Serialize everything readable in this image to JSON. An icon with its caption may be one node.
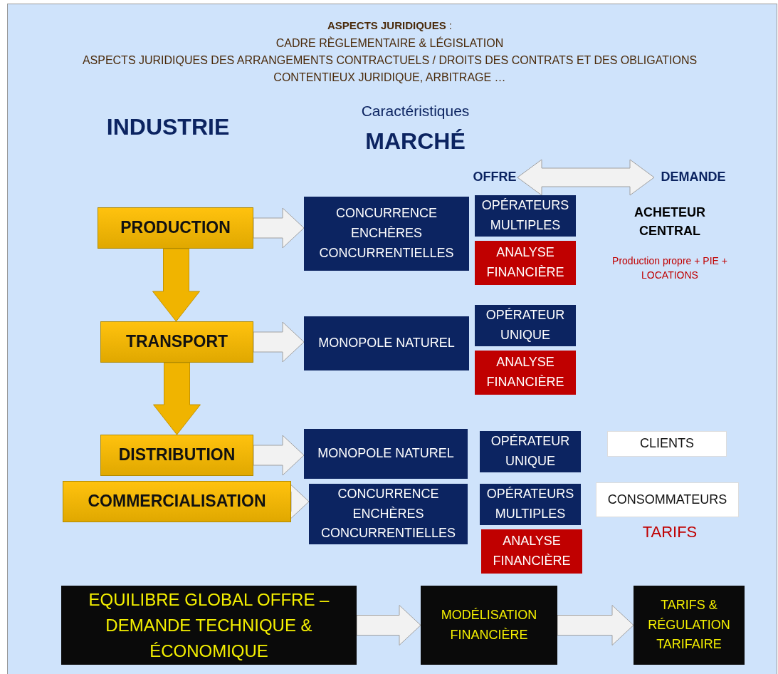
{
  "diagram": {
    "nodes": [
      {
        "text": [
          "PRODUCTION"
        ]
      },
      {
        "text": [
          "TRANSPORT"
        ]
      },
      {
        "text": [
          "DISTRIBUTION"
        ]
      },
      {
        "text": [
          "COMMERCIALISATION"
        ]
      },
      {
        "text": [
          "CONCURRENCE ENCHÈRES CONCURRENTIELLES"
        ]
      },
      {
        "text": [
          "MONOPOLE NATUREL"
        ]
      },
      {
        "text": [
          "MONOPOLE NATUREL"
        ]
      },
      {
        "text": [
          "CONCURRENCE ENCHÈRES CONCURRENTIELLES"
        ]
      },
      {
        "text": [
          "OPÉRATEURS MULTIPLES"
        ]
      },
      {
        "text": [
          "ANALYSE FINANCIÈRE"
        ]
      },
      {
        "text": [
          "OPÉRATEUR UNIQUE"
        ]
      },
      {
        "text": [
          "ANALYSE FINANCIÈRE"
        ]
      },
      {
        "text": [
          "OPÉRATEUR UNIQUE"
        ]
      },
      {
        "text": [
          "OPÉRATEURS MULTIPLES"
        ]
      },
      {
        "text": [
          "ANALYSE FINANCIÈRE"
        ]
      },
      {
        "text": [
          "CLIENTS"
        ]
      },
      {
        "text": [
          "CONSOMMATEURS"
        ]
      },
      {
        "text": [
          "EQUILIBRE GLOBAL OFFRE – DEMANDE TECHNIQUE & ÉCONOMIQUE"
        ]
      },
      {
        "text": [
          "MODÉLISATION FINANCIÈRE"
        ]
      },
      {
        "text": [
          "TARIFS & RÉGULATION TARIFAIRE"
        ]
      },
      {
        "text": [
          "OFFRE"
        ]
      },
      {
        "text": [
          "DEMANDE"
        ]
      }
    ],
    "edges": [
      {
        "from": 0,
        "to": 4,
        "arrow": "to"
      },
      {
        "from": 1,
        "to": 5,
        "arrow": "to"
      },
      {
        "from": 2,
        "to": 6,
        "arrow": "to"
      },
      {
        "from": 3,
        "to": 7,
        "arrow": "to"
      },
      {
        "from": 0,
        "to": 1,
        "arrow": "to",
        "color": "#f0b400"
      },
      {
        "from": 1,
        "to": 2,
        "arrow": "to",
        "color": "#f0b400"
      },
      {
        "from": 17,
        "to": 18,
        "arrow": "to"
      },
      {
        "from": 18,
        "to": 19,
        "arrow": "to"
      },
      {
        "from": 20,
        "to": 21,
        "arrow": "both"
      }
    ],
    "labels": [
      "**ASPECTS JURIDIQUES** :",
      "CADRE RÈGLEMENTAIRE  & LÉGISLATION",
      "ASPECTS JURIDIQUES DES ARRANGEMENTS CONTRACTUELS / DROITS DES CONTRATS ET DES OBLIGATIONS",
      "CONTENTIEUX JURIDIQUE, ARBITRAGE …",
      "INDUSTRIE",
      "Caractéristiques",
      "MARCHÉ",
      "ACHETEUR CENTRAL",
      "Production propre + PIE + LOCATIONS",
      "TARIFS"
    ]
  }
}
